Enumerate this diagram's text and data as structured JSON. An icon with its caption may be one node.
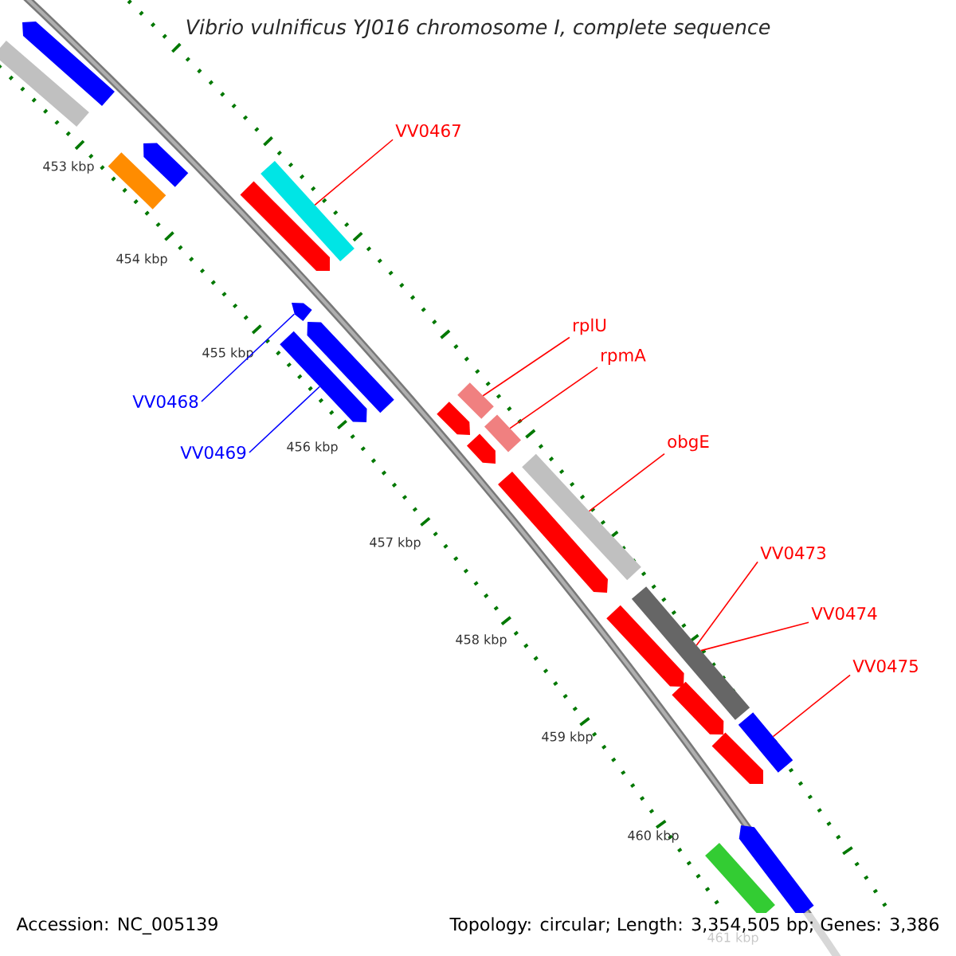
{
  "diagram": {
    "title": "Vibrio vulnificus YJ016 chromosome I, complete sequence",
    "nodes": [
      {
        "text": [],
        "shape": "bar"
      },
      {
        "text": [],
        "shape": "bar"
      },
      {
        "text": [],
        "shape": "bar"
      },
      {
        "text": [],
        "shape": "bar"
      },
      {
        "text": [],
        "shape": "bar"
      },
      {
        "text": [],
        "shape": "bar"
      },
      {
        "text": [],
        "shape": "bar"
      },
      {
        "text": [],
        "shape": "bar"
      },
      {
        "text": [],
        "shape": "bar"
      },
      {
        "text": [],
        "shape": "bar"
      },
      {
        "text": [],
        "shape": "bar"
      },
      {
        "text": [],
        "shape": "bar"
      },
      {
        "text": [],
        "shape": "bar"
      },
      {
        "text": [],
        "shape": "bar"
      },
      {
        "text": [],
        "shape": "bar"
      },
      {
        "text": [],
        "shape": "bar"
      },
      {
        "text": [],
        "shape": "bar"
      },
      {
        "text": [],
        "shape": "bar"
      },
      {
        "text": [],
        "shape": "bar"
      },
      {
        "text": [],
        "shape": "bar"
      },
      {
        "text": [],
        "shape": "bar"
      },
      {
        "text": [],
        "shape": "bar"
      },
      {
        "text": [
          "VV0467"
        ]
      },
      {
        "text": [
          "VV0468"
        ]
      },
      {
        "text": [
          "VV0469"
        ]
      },
      {
        "text": [
          "rplU"
        ]
      },
      {
        "text": [
          "rpmA"
        ]
      },
      {
        "text": [
          "obgE"
        ]
      },
      {
        "text": [
          "VV0473"
        ]
      },
      {
        "text": [
          "VV0474"
        ]
      },
      {
        "text": [
          "VV0475"
        ]
      }
    ],
    "edges": [
      {
        "from": 22,
        "to": 5,
        "arrow": "none"
      },
      {
        "from": 23,
        "to": 6,
        "arrow": "none",
        "color": "#0000ff"
      },
      {
        "from": 24,
        "to": 7,
        "arrow": "none",
        "color": "#0000ff"
      },
      {
        "from": 25,
        "to": 11,
        "arrow": "none"
      },
      {
        "from": 26,
        "to": 12,
        "arrow": "none"
      },
      {
        "from": 27,
        "to": 14,
        "arrow": "none"
      },
      {
        "from": 28,
        "to": 18,
        "arrow": "none"
      },
      {
        "from": 29,
        "to": 18,
        "arrow": "none"
      },
      {
        "from": 30,
        "to": 19,
        "arrow": "none"
      }
    ],
    "labels": [
      "453 kbp",
      "454 kbp",
      "455 kbp",
      "456 kbp",
      "457 kbp",
      "458 kbp",
      "459 kbp",
      "460 kbp",
      "461 kbp",
      "Accession: NC_005139",
      "Topology: circular; Length: 3,354,505 bp; Genes: 3,386"
    ]
  }
}
